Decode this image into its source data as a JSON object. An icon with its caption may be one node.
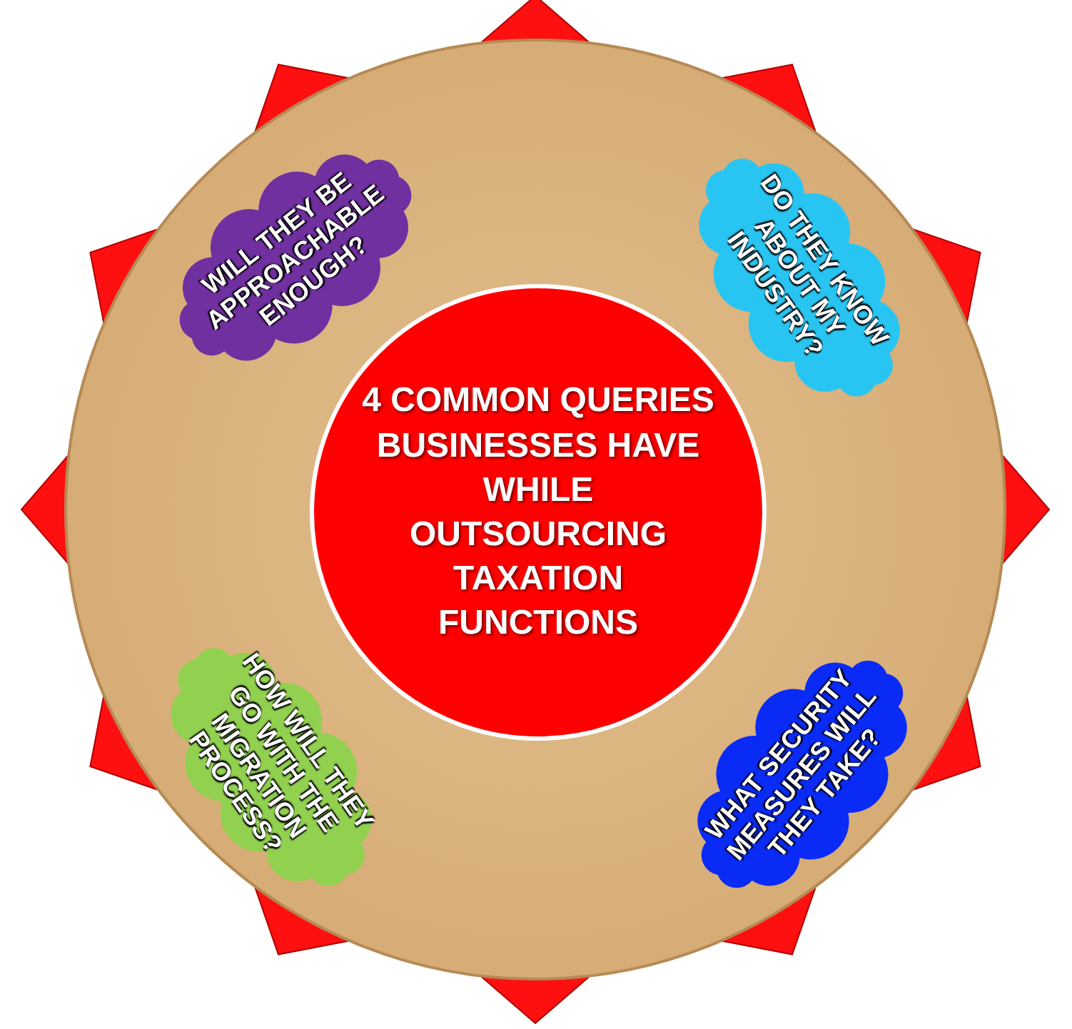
{
  "diagram": {
    "nodes": [
      {
        "text": [],
        "shape": "circle"
      },
      {
        "text": [
          "WILL THEY BE APPROACHABLE ENOUGH?"
        ],
        "in": 0
      },
      {
        "text": [
          "DO THEY KNOW ABOUT MY INDUSTRY?"
        ],
        "in": 0
      },
      {
        "text": [
          "4 COMMON QUERIES BUSINESSES HAVE WHILE OUTSOURCING TAXATION FUNCTIONS"
        ],
        "in": 0
      },
      {
        "text": [
          "HOW WILL THEY GO WITH THE MIGRATION PROCESS?"
        ],
        "in": 0
      },
      {
        "text": [
          "WHAT SECURITY MEASURES WILL THEY TAKE?"
        ],
        "in": 0
      }
    ]
  }
}
